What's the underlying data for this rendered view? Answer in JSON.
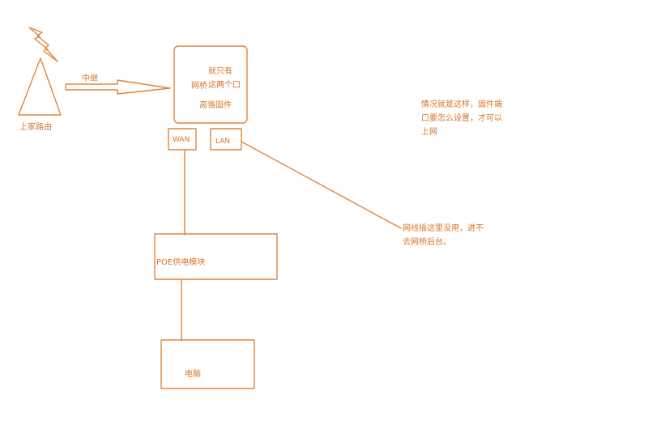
{
  "colors": {
    "stroke": "#e0853c",
    "text": "#d9742a",
    "background": "#ffffff"
  },
  "icons": {
    "signal": "lightning-bolt-icon",
    "router": "triangle-router-icon"
  },
  "labels": {
    "upstream_router": "上家路由",
    "relay": "中继",
    "bridge_side": "网桥",
    "bridge_only": "就只有",
    "bridge_port": "这两个口",
    "bridge_fw": "高恪固件",
    "wan": "WAN",
    "lan": "LAN",
    "poe": "POE供电模块",
    "pc": "电脑"
  },
  "notes": {
    "situation": "情况就是这样，固件端口要怎么设置，才可以上网",
    "lan_cable": "网线插这里没用，进不去网桥后台。"
  }
}
